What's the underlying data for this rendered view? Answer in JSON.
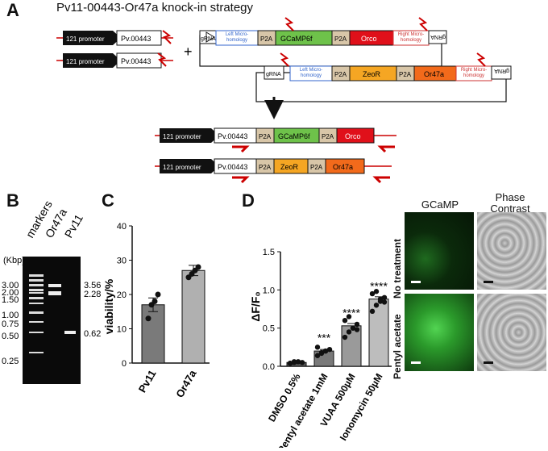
{
  "panelA": {
    "letter": "A",
    "title": "Pv11-00443-Or47a knock-in strategy",
    "wild_locus": {
      "promoter": "121 promoter",
      "gene": "Pv.00443"
    },
    "donor1": {
      "gRNA_left": "gRNA",
      "lh": "Left Micro-homology",
      "p2a": "P2A",
      "reporter": "GCaMP6f",
      "p2a2": "P2A",
      "orco": "Orco",
      "rh": "Right Micro-homology",
      "gRNA_right": "gRNA"
    },
    "donor2": {
      "gRNA_left": "gRNA",
      "lh": "Left Micro-homology",
      "p2a": "P2A",
      "zeo": "ZeoR",
      "p2a2": "P2A",
      "or47a": "Or47a",
      "rh": "Right Micro-homology",
      "gRNA_right": "gRNA"
    },
    "plus": "+",
    "result1": {
      "promoter": "121 promoter",
      "gene": "Pv.00443",
      "p2a": "P2A",
      "reporter": "GCaMP6f",
      "p2a2": "P2A",
      "orco": "Orco"
    },
    "result2": {
      "promoter": "121 promoter",
      "gene": "Pv.00443",
      "p2a": "P2A",
      "zeo": "ZeoR",
      "p2a2": "P2A",
      "or47a": "Or47a"
    }
  },
  "panelB": {
    "letter": "B",
    "lanes": [
      "markers",
      "Or47a",
      "Pv11"
    ],
    "unit": "(Kbp)",
    "ladder": [
      "3.00",
      "2.00",
      "1.50",
      "1.00",
      "0.75",
      "0.50",
      "0.25"
    ],
    "bands": [
      "3.56",
      "2.28",
      "0.62"
    ]
  },
  "panelC": {
    "letter": "C",
    "chart_data": {
      "type": "bar",
      "categories": [
        "Pv11",
        "Or47a"
      ],
      "values": [
        17,
        27
      ],
      "errors": [
        2,
        1.5
      ],
      "points": [
        [
          13,
          17,
          18,
          20
        ],
        [
          25,
          26,
          27,
          28
        ]
      ],
      "ylabel": "viability/%",
      "yticks": [
        "0",
        "10",
        "20",
        "30",
        "40"
      ],
      "ylim": [
        0,
        40
      ]
    }
  },
  "panelD": {
    "letter": "D",
    "chart_data": {
      "type": "bar",
      "categories": [
        "DMSO 0.5%",
        "Pentyl acetate 1mM",
        "VUAA 500µM",
        "Ionomycin 50µM"
      ],
      "values": [
        0.05,
        0.2,
        0.53,
        0.88
      ],
      "errors": [
        0.01,
        0.02,
        0.03,
        0.03
      ],
      "significance": [
        "",
        "***",
        "****",
        "****"
      ],
      "ylabel": "ΔF/F₀",
      "yticks": [
        "0.0",
        "0.5",
        "1.0",
        "1.5"
      ],
      "ylim": [
        0,
        1.5
      ]
    },
    "images": {
      "col_gcamp": "GCaMP",
      "col_phase": "Phase Contrast",
      "row_no_treatment": "No treatment",
      "row_pentyl": "Pentyl acetate"
    }
  }
}
